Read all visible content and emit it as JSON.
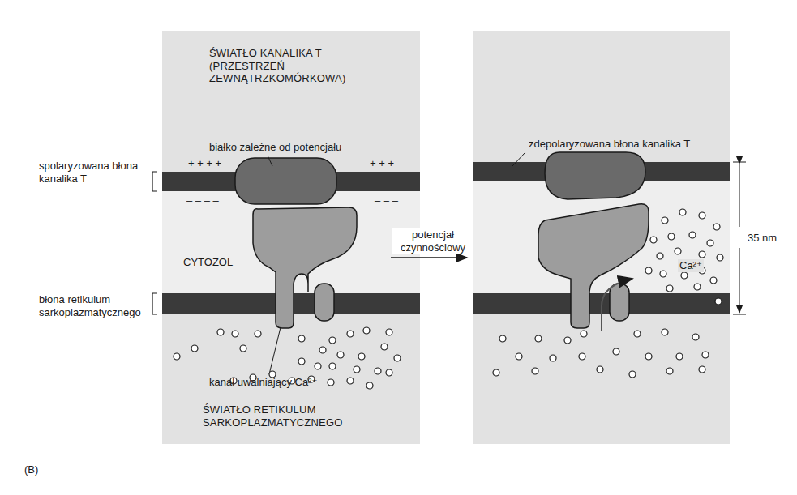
{
  "diagram": {
    "nodes": [
      {
        "text": [
          "ŚWIATŁO KANALIKA T (PRZESTRZEŃ ZEWNĄTRZKOMÓRKOWA)"
        ]
      },
      {
        "text": [
          "ŚWIATŁO RETIKULUM SARKOPLAZMATYCZNEGO"
        ]
      }
    ],
    "labels": [
      "białko zależne od potencjału",
      "spolaryzowana błona kanalika T",
      "+ + + +",
      "+ + +",
      "– – – –",
      "– – –",
      "CYTOZOL",
      "błona retikulum sarkoplazmatycznego",
      "kanał uwalniający Ca²⁺",
      "potencjał czynnościowy",
      "zdepolaryzowana błona kanalika T",
      "35 nm",
      "Ca²⁺",
      "(B)"
    ]
  }
}
